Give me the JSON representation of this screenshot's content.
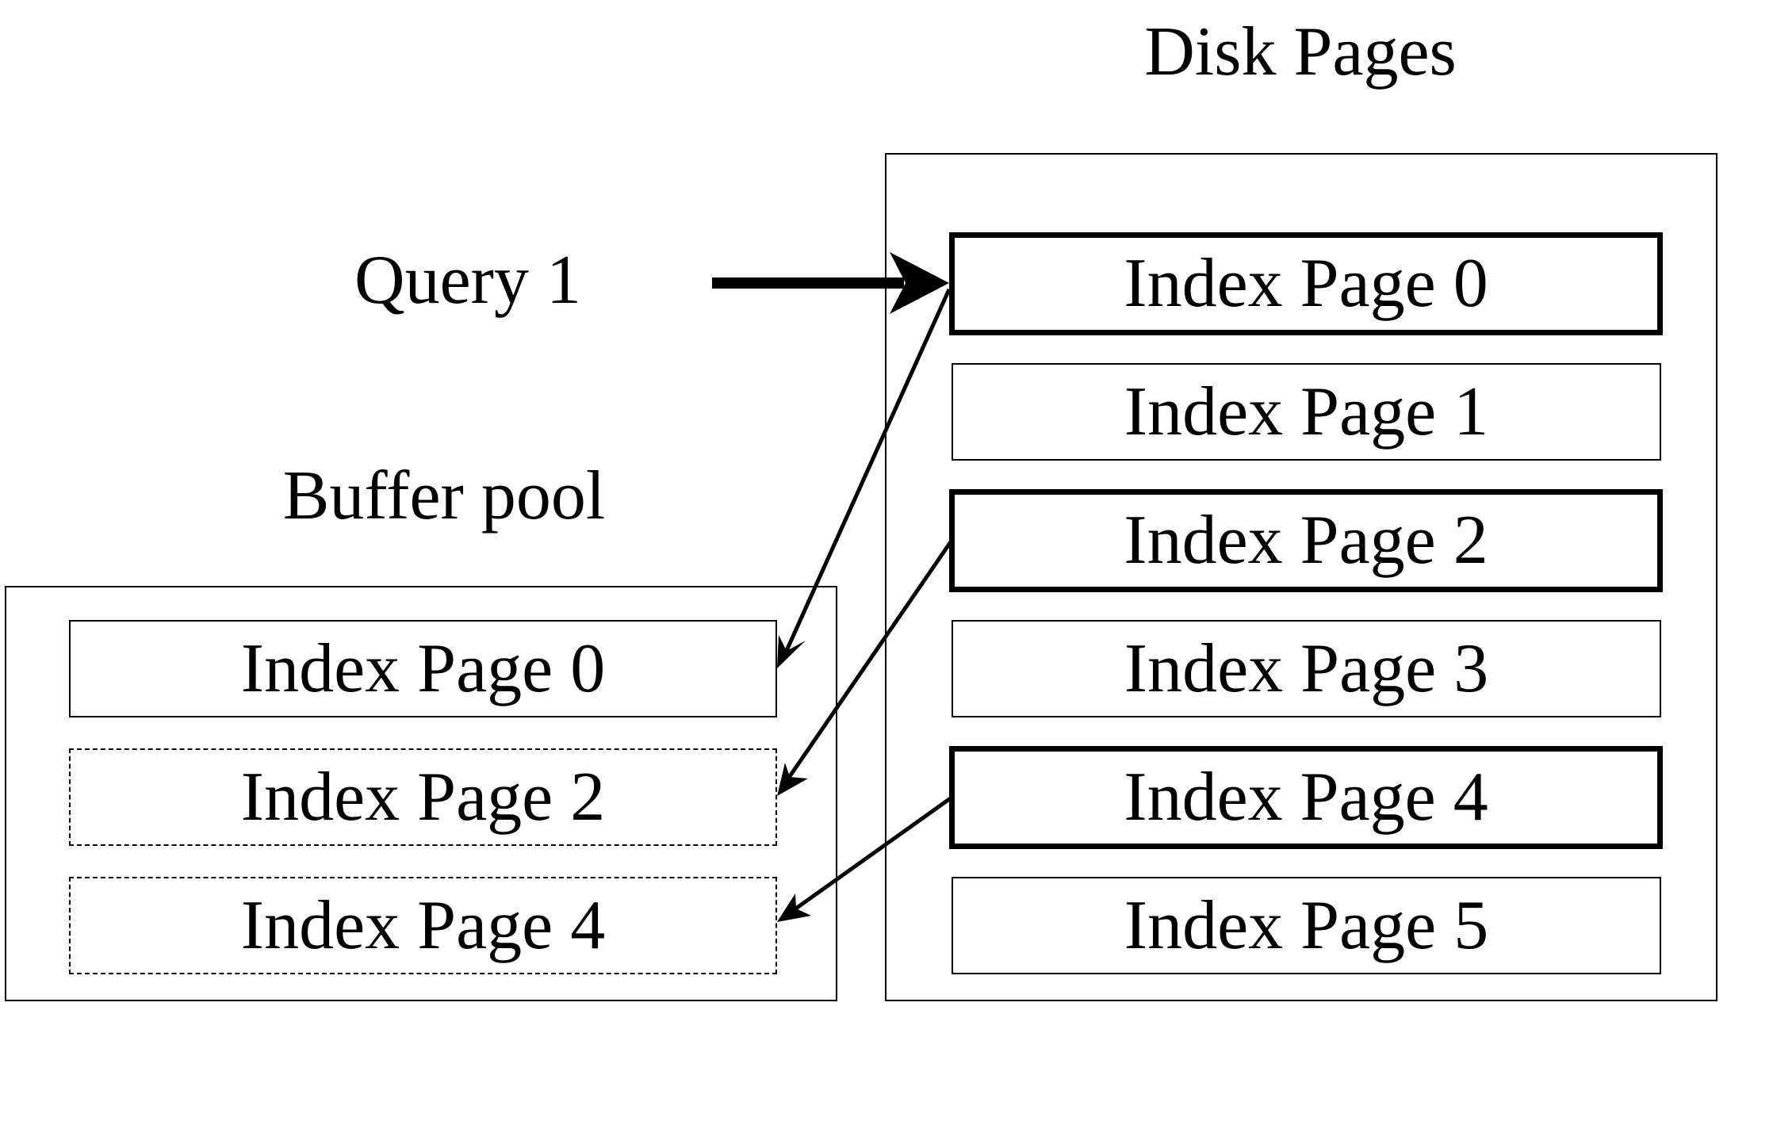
{
  "disk": {
    "title": "Disk Pages",
    "pages": [
      {
        "label": "Index Page 0",
        "emphasis": "bold"
      },
      {
        "label": "Index Page 1",
        "emphasis": "normal"
      },
      {
        "label": "Index Page 2",
        "emphasis": "bold"
      },
      {
        "label": "Index Page 3",
        "emphasis": "normal"
      },
      {
        "label": "Index Page 4",
        "emphasis": "bold"
      },
      {
        "label": "Index Page 5",
        "emphasis": "normal"
      }
    ]
  },
  "query": {
    "label": "Query 1"
  },
  "buffer_pool": {
    "title": "Buffer pool",
    "pages": [
      {
        "label": "Index Page 0",
        "style": "solid"
      },
      {
        "label": "Index Page 2",
        "style": "dashed"
      },
      {
        "label": "Index Page 4",
        "style": "dashed"
      }
    ]
  },
  "colors": {
    "stroke": "#000000",
    "background": "#ffffff"
  }
}
